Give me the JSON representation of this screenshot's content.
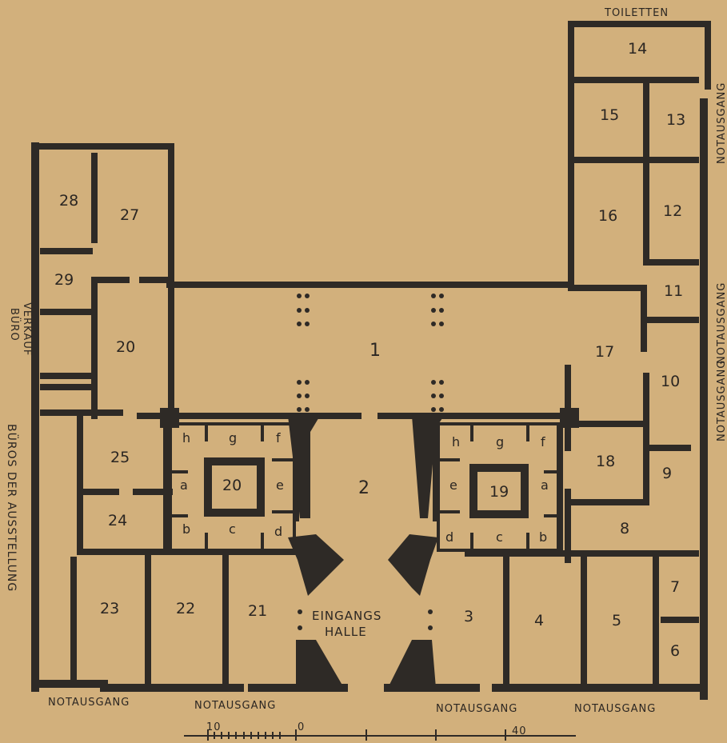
{
  "plan": {
    "rooms": {
      "r1": "1",
      "r2": "2",
      "r3": "3",
      "r4": "4",
      "r5": "5",
      "r6": "6",
      "r7": "7",
      "r8": "8",
      "r9": "9",
      "r10": "10",
      "r11": "11",
      "r12": "12",
      "r13": "13",
      "r14": "14",
      "r15": "15",
      "r16": "16",
      "r17": "17",
      "r18": "18",
      "r19": "19",
      "r20c": "20",
      "r20": "20",
      "r21": "21",
      "r22": "22",
      "r23": "23",
      "r24": "24",
      "r25": "25",
      "r27": "27",
      "r28": "28",
      "r29": "29"
    },
    "sub_left": {
      "a": "a",
      "b": "b",
      "c": "c",
      "d": "d",
      "e": "e",
      "f": "f",
      "g": "g",
      "h": "h"
    },
    "sub_right": {
      "a": "a",
      "b": "b",
      "c": "c",
      "d": "d",
      "e": "e",
      "f": "f",
      "g": "g",
      "h": "h"
    },
    "labels": {
      "toiletten": "TOILETTEN",
      "notausgang_right": "NOTAUSGANG",
      "notausgang_bottom": "NOTAUSGANG",
      "eingangs": "EINGANGS",
      "halle": "HALLE",
      "verkauf": "VERKAUF",
      "buero": "BÜRO",
      "bueros_ausstellung": "BÜROS DER AUSSTELLUNG"
    },
    "scale": {
      "left": "10",
      "zero": "0",
      "right": "40"
    }
  }
}
